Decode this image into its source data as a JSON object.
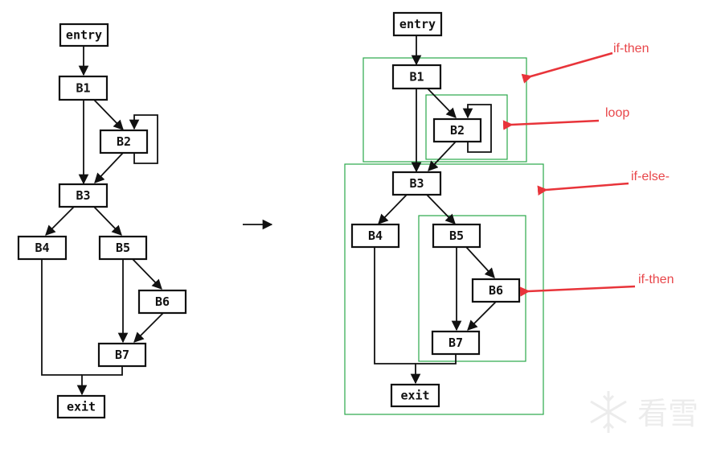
{
  "left_graph": {
    "nodes": [
      "entry",
      "B1",
      "B2",
      "B3",
      "B4",
      "B5",
      "B6",
      "B7",
      "exit"
    ],
    "edges": [
      [
        "entry",
        "B1"
      ],
      [
        "B1",
        "B2"
      ],
      [
        "B1",
        "B3"
      ],
      [
        "B2",
        "B2"
      ],
      [
        "B2",
        "B3"
      ],
      [
        "B3",
        "B4"
      ],
      [
        "B3",
        "B5"
      ],
      [
        "B5",
        "B6"
      ],
      [
        "B5",
        "B7"
      ],
      [
        "B6",
        "B7"
      ],
      [
        "B4",
        "exit"
      ],
      [
        "B7",
        "exit"
      ]
    ]
  },
  "transform_arrow": "transforms-to",
  "right_graph": {
    "nodes": [
      "entry",
      "B1",
      "B2",
      "B3",
      "B4",
      "B5",
      "B6",
      "B7",
      "exit"
    ],
    "edges": [
      [
        "entry",
        "B1"
      ],
      [
        "B1",
        "B2"
      ],
      [
        "B1",
        "B3"
      ],
      [
        "B2",
        "B2"
      ],
      [
        "B2",
        "B3"
      ],
      [
        "B3",
        "B4"
      ],
      [
        "B3",
        "B5"
      ],
      [
        "B5",
        "B6"
      ],
      [
        "B5",
        "B7"
      ],
      [
        "B6",
        "B7"
      ],
      [
        "B4",
        "exit"
      ],
      [
        "B7",
        "exit"
      ]
    ],
    "regions": [
      {
        "id": "region-if-then-outer",
        "label": "if-then",
        "members": [
          "B1",
          "B2"
        ]
      },
      {
        "id": "region-loop",
        "label": "loop",
        "members": [
          "B2"
        ]
      },
      {
        "id": "region-if-else",
        "label": "if-else-",
        "members": [
          "B3",
          "B4",
          "B5",
          "B6",
          "B7",
          "exit"
        ]
      },
      {
        "id": "region-if-then-inner",
        "label": "if-then",
        "members": [
          "B5",
          "B6",
          "B7"
        ]
      }
    ]
  },
  "annotations": [
    "if-then",
    "loop",
    "if-else-",
    "if-then"
  ],
  "colors": {
    "region": "#2aa84a",
    "annotation": "#e8464a",
    "node_border": "#111111"
  },
  "watermark": "看雪"
}
